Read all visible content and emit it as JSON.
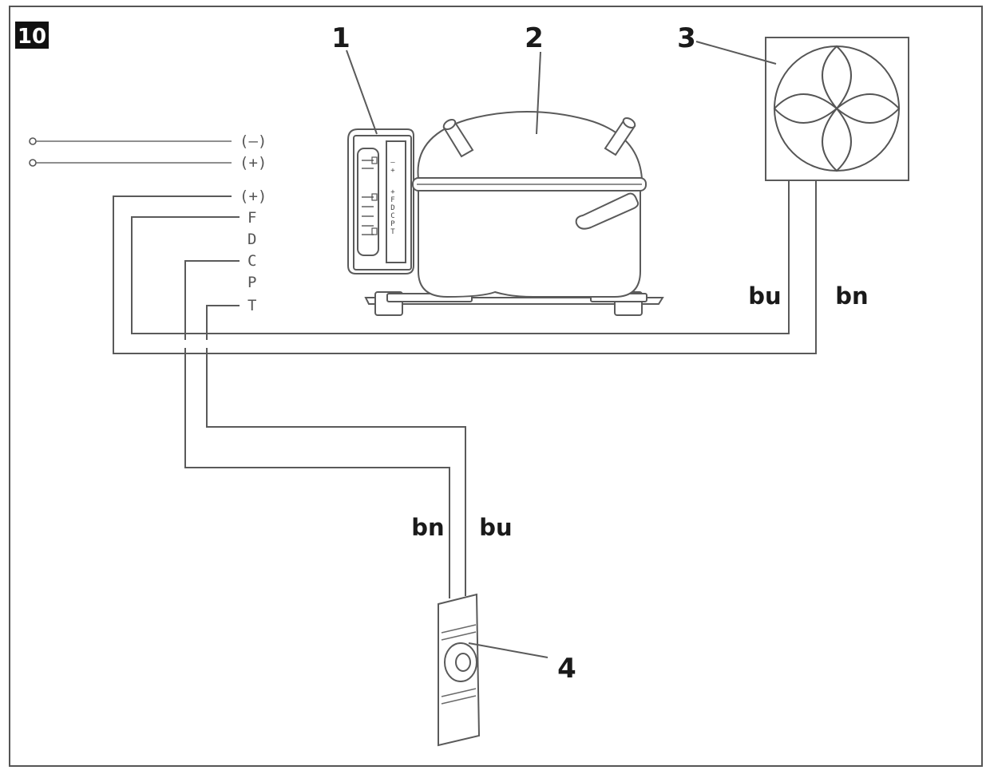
{
  "figure_number": "10",
  "callouts": {
    "c1": "1",
    "c2": "2",
    "c3": "3",
    "c4": "4"
  },
  "supply_terminals": {
    "minus": "(–)",
    "plus": "(+)"
  },
  "module_terminals": {
    "plus": "(+)",
    "f": "F",
    "d": "D",
    "c": "C",
    "p": "P",
    "t": "T"
  },
  "module_pin_labels": {
    "minus": "–",
    "plus": "+",
    "plus2": "+",
    "f": "F",
    "d": "D",
    "c": "C",
    "p": "P",
    "t": "T"
  },
  "wire_labels": {
    "fan_left": "bu",
    "fan_right": "bn",
    "sensor_left": "bn",
    "sensor_right": "bu"
  }
}
